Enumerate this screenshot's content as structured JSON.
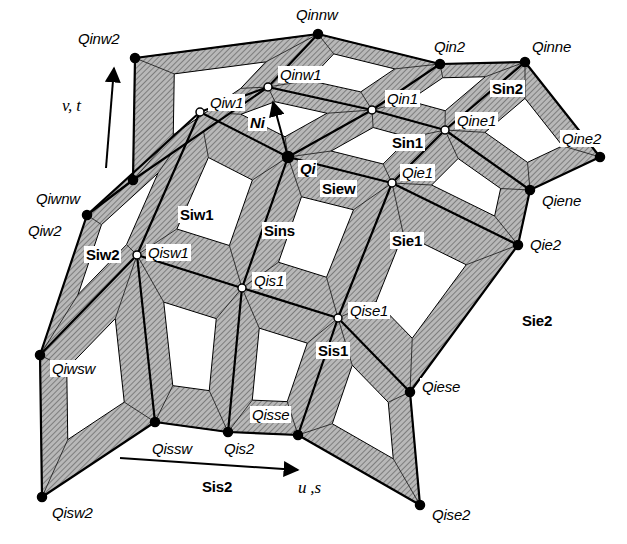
{
  "diagram": {
    "labels": [
      "Qinnw",
      "Qinw2",
      "Qin2",
      "Qinne",
      "Qinw1",
      "Sin2",
      "Qin1",
      "v, t",
      "Qine1",
      "Sin1",
      "Ni",
      "Qiw1",
      "Qine2",
      "Qi",
      "Siew",
      "Qie1",
      "Qiwnw",
      "Qiene",
      "Siw1",
      "Qiw2",
      "Sins",
      "Sie1",
      "Qisw1",
      "Siw2",
      "Qie2",
      "Qis1",
      "Qise1",
      "Sis1",
      "Sie2",
      "Qiwsw",
      "Qiese",
      "Qisse",
      "Qissw",
      "Qis2",
      "Sis2",
      "u ,s",
      "Qisw2",
      "Qise2"
    ]
  }
}
